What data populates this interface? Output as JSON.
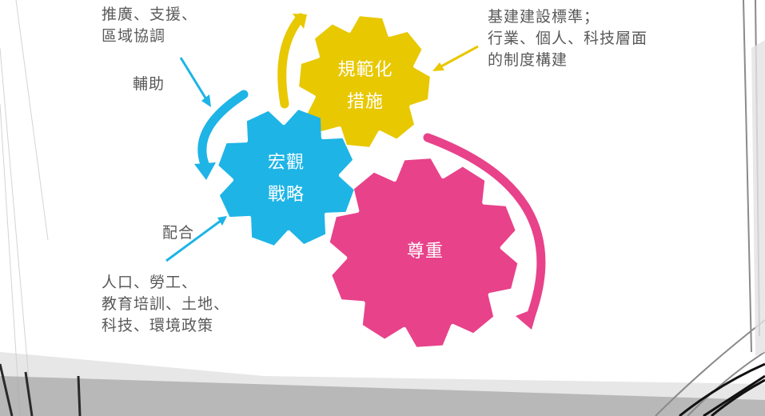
{
  "gears": {
    "regulatory": {
      "line1": "規範化",
      "line2": "措施",
      "color": "#E8C800"
    },
    "macro": {
      "line1": "宏觀",
      "line2": "戰略",
      "color": "#1EB4E6"
    },
    "respect": {
      "label": "尊重",
      "color": "#E8428A"
    }
  },
  "labels": {
    "top_left": {
      "line1": "推廣、支援、",
      "line2": "區域協調"
    },
    "assist": "輔助",
    "top_right": {
      "line1": "基建建設標準；",
      "line2": "行業、個人、科技層面",
      "line3": "的制度構建"
    },
    "cooperate": "配合",
    "bottom_left": {
      "line1": "人口、勞工、",
      "line2": "教育培訓、土地、",
      "line3": "科技、環境政策"
    }
  },
  "colors": {
    "text": "#595959",
    "gear_text": "#FFFFFF"
  }
}
